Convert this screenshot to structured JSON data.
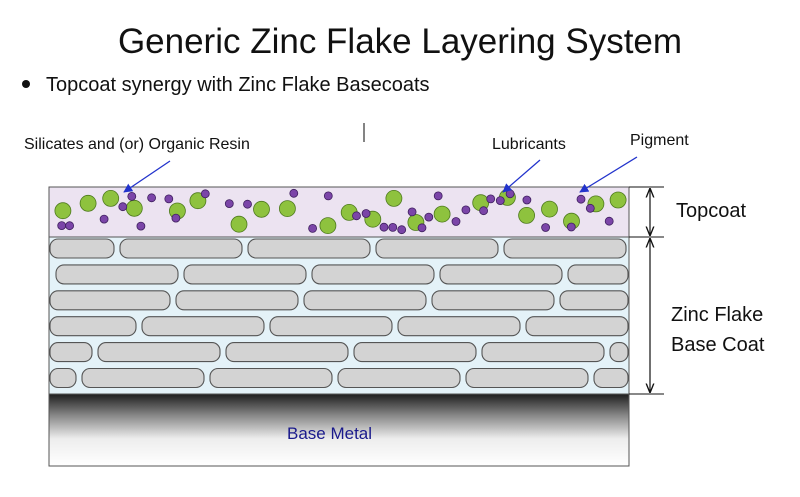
{
  "title": "Generic Zinc Flake Layering System",
  "bullet": "Topcoat synergy with Zinc Flake Basecoats",
  "labels": {
    "resin": "Silicates and (or) Organic Resin",
    "lubricants": "Lubricants",
    "pigment": "Pigment",
    "topcoat": "Topcoat",
    "basecoat_line1": "Zinc Flake",
    "basecoat_line2": "Base Coat",
    "base_metal": "Base Metal"
  },
  "colors": {
    "topcoat_fill": "#ece3f1",
    "basecoat_fill": "#e4f2f8",
    "flake_fill": "#d3d3d3",
    "lubricant_particle": "#8ec23e",
    "pigment_particle": "#7b45a8",
    "arrow": "#2233cc",
    "base_metal_text": "#1a1a8c"
  },
  "icons": [
    "callout-arrow",
    "dimension-arrow"
  ]
}
